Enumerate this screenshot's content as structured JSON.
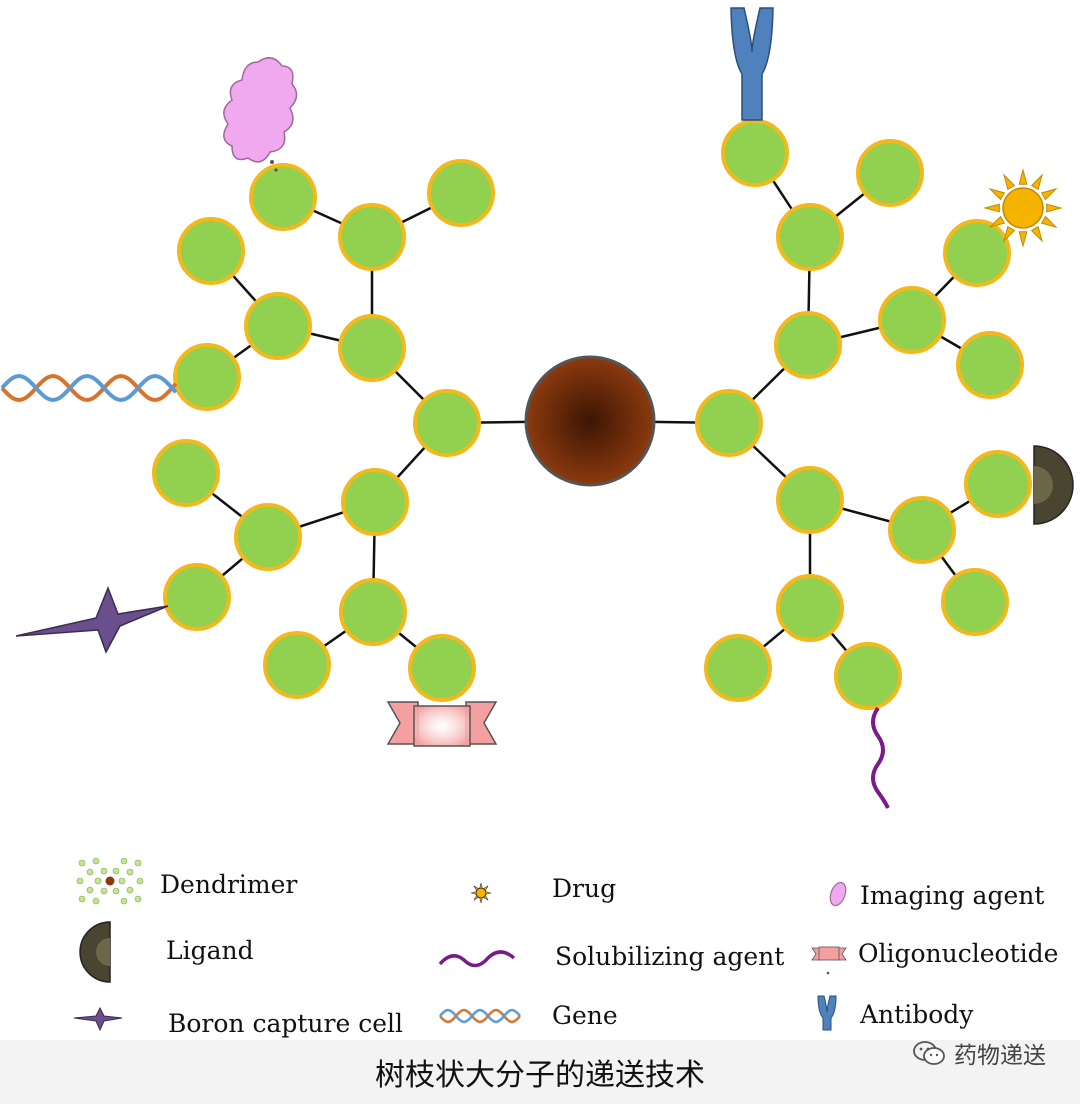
{
  "colors": {
    "node_fill": "#92d050",
    "node_stroke": "#f2b81c",
    "core_dark": "#3d1504",
    "core_mid": "#8b3a0e",
    "line": "#111111",
    "gene_orange": "#d9732b",
    "gene_blue": "#5b9bd5",
    "antibody": "#4f81bd",
    "ligand": "#4a4530",
    "boron": "#6b4f8c",
    "imaging": "#f0a8ee",
    "oligo": "#f4a0a0",
    "solubilizing": "#7a1a8c",
    "drug": "#f5b400"
  },
  "legend": {
    "dendrimer": "Dendrimer",
    "ligand": "Ligand",
    "boron": "Boron capture cell",
    "drug": "Drug",
    "solubilizing": "Solubilizing agent",
    "gene": "Gene",
    "imaging": "Imaging agent",
    "oligo": "Oligonucleotide",
    "antibody": "Antibody"
  },
  "caption": "树枝状大分子的递送技术",
  "watermark": "药物递送",
  "icons": {
    "watermark": "wechat-icon"
  }
}
